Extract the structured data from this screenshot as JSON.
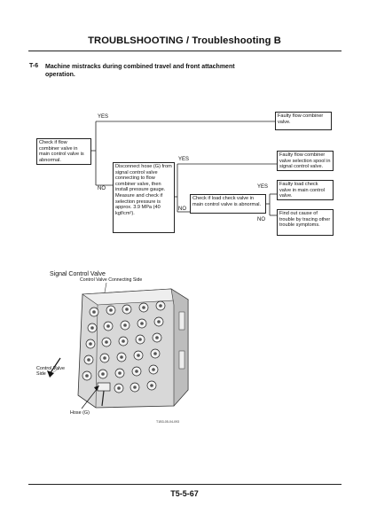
{
  "header": {
    "title": "TROUBLSHOOTING / Troubleshooting B"
  },
  "problem": {
    "number": "T-6",
    "text": "Machine mistracks during combined travel and front attachment operation."
  },
  "flowchart": {
    "yes": "YES",
    "no": "NO",
    "box_check_flow": "Check if flow combiner valve in main control valve is abnormal.",
    "box_disconnect": "Disconnect hose (G) from signal control valve connecting to flow combiner valve, then install pressure gauge. Measure and check if selection pressure is approx. 3.9 MPa (40 kgf/cm²).",
    "box_check_load": "Check if load check valve in main control valve is abnormal.",
    "result_faulty_combiner": "Faulty flow combiner valve.",
    "result_faulty_spool": "Faulty flow combiner valve selection spool in signal control valve.",
    "result_faulty_load": "Faulty load check valve in main control valve.",
    "result_find_cause": "Find out cause of trouble by tracing other trouble symptoms."
  },
  "figure": {
    "title": "Signal Control Valve",
    "subtitle": "Control Valve Connecting Side",
    "label_cv_side": "Control Valve Side",
    "label_hose": "Hose (G)",
    "code": "T1B3-05-04-093"
  },
  "footer": {
    "page": "T5-5-67"
  }
}
